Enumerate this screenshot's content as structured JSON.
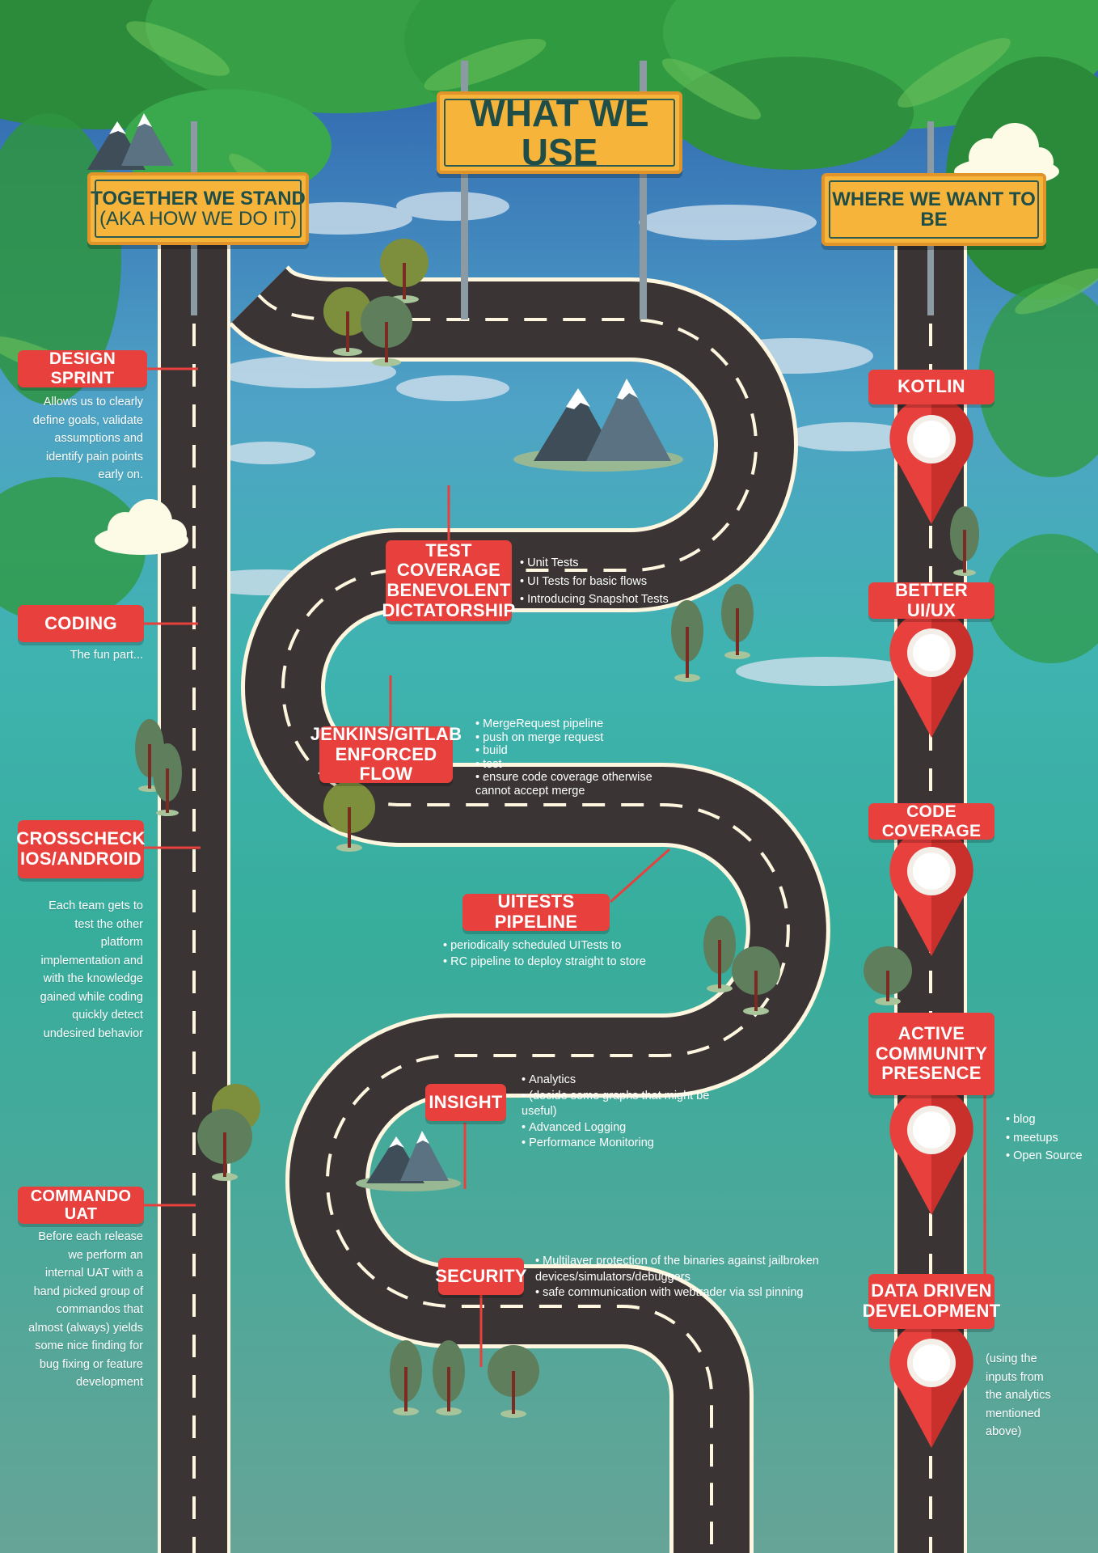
{
  "colors": {
    "accent_red": "#e8403d",
    "sign_yellow": "#f6b53a",
    "road": "#3a3434",
    "road_edge": "#fff6df",
    "leaf_green": "#2f9a3f"
  },
  "signs": {
    "main": "WHAT WE USE",
    "left_line1": "TOGETHER WE STAND",
    "left_line2": "(AKA HOW WE DO IT)",
    "right": "WHERE WE WANT TO BE"
  },
  "left": {
    "design_sprint": {
      "label": "DESIGN SPRINT",
      "lines": [
        "Allows us to clearly",
        "define goals, validate",
        "assumptions and",
        "identify pain points",
        "early on."
      ]
    },
    "coding": {
      "label": "CODING",
      "lines": [
        "The fun part..."
      ]
    },
    "crosscheck": {
      "label_line1": "CROSSCHECK",
      "label_line2": "IOS/ANDROID",
      "lines": [
        "Each team gets to",
        "test the other",
        "platform",
        "implementation and",
        "with the knowledge",
        "gained while coding",
        "quickly detect",
        "undesired behavior"
      ]
    },
    "commando": {
      "label": "COMMANDO UAT",
      "lines": [
        "Before each release",
        "we perform an",
        "internal UAT with a",
        "hand picked group of",
        "commandos that",
        "almost (always) yields",
        "some nice finding for",
        "bug fixing or feature",
        "development"
      ]
    }
  },
  "middle": {
    "test_coverage": {
      "label_lines": [
        "TEST COVERAGE",
        "BENEVOLENT",
        "DICTATORSHIP"
      ],
      "bullets": [
        "Unit Tests",
        "UI Tests for basic flows",
        "Introducing Snapshot Tests"
      ]
    },
    "jenkins": {
      "label_lines": [
        "JENKINS/GITLAB",
        "ENFORCED FLOW"
      ],
      "bullets": [
        "MergeRequest pipeline",
        "push on merge request",
        "build",
        "test",
        "ensure code coverage otherwise"
      ],
      "continuation": "cannot accept merge"
    },
    "uitests": {
      "label": "UITESTS PIPELINE",
      "bullets": [
        "periodically scheduled UITests to",
        "RC pipeline to deploy straight to store"
      ]
    },
    "insight": {
      "label": "INSIGHT",
      "bullets": [
        "Analytics",
        "(decide some graphs that might be"
      ],
      "continuation": "useful)",
      "bullets2": [
        "Advanced Logging",
        "Performance Monitoring"
      ]
    },
    "security": {
      "label": "SECURITY",
      "bullet1": "Multilayer protection of the binaries against jailbroken",
      "continuation": "devices/simulators/debuggers",
      "bullet2": "safe communication with webtrader via ssl pinning"
    }
  },
  "right": {
    "kotlin": "KOTLIN",
    "better_ui": "BETTER UI/UX",
    "code_coverage": "CODE COVERAGE",
    "community": {
      "label_lines": [
        "ACTIVE",
        "COMMUNITY",
        "PRESENCE"
      ],
      "bullets": [
        "blog",
        "meetups",
        "Open Source"
      ]
    },
    "data_driven": {
      "label_lines": [
        "DATA DRIVEN",
        "DEVELOPMENT"
      ],
      "lines": [
        "(using the",
        "inputs from",
        "the analytics",
        "mentioned",
        "above)"
      ]
    }
  }
}
